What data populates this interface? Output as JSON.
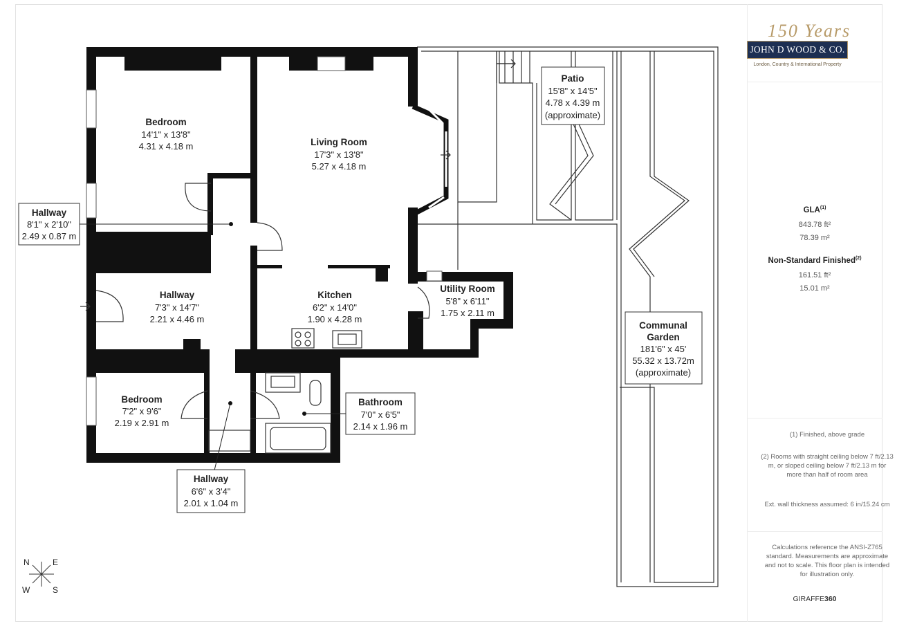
{
  "rooms": {
    "bedroom1": {
      "name": "Bedroom",
      "imperial": "14'1\" x 13'8\"",
      "metric": "4.31 x 4.18 m"
    },
    "living": {
      "name": "Living Room",
      "imperial": "17'3\" x 13'8\"",
      "metric": "5.27 x 4.18 m"
    },
    "patio": {
      "name": "Patio",
      "imperial": "15'8\" x 14'5\"",
      "metric": "4.78 x 4.39 m",
      "note": "(approximate)"
    },
    "hallway_top": {
      "name": "Hallway",
      "imperial": "8'1\" x 2'10\"",
      "metric": "2.49 x 0.87 m"
    },
    "hallway_mid": {
      "name": "Hallway",
      "imperial": "7'3\" x 14'7\"",
      "metric": "2.21 x 4.46 m"
    },
    "kitchen": {
      "name": "Kitchen",
      "imperial": "6'2\" x 14'0\"",
      "metric": "1.90 x 4.28 m"
    },
    "utility": {
      "name": "Utility Room",
      "imperial": "5'8\" x 6'11\"",
      "metric": "1.75 x 2.11 m"
    },
    "garden": {
      "name1": "Communal",
      "name2": "Garden",
      "imperial": "181'6\" x 45'",
      "metric": "55.32 x 13.72m",
      "note": "(approximate)"
    },
    "bedroom2": {
      "name": "Bedroom",
      "imperial": "7'2\" x 9'6\"",
      "metric": "2.19 x 2.91 m"
    },
    "bathroom": {
      "name": "Bathroom",
      "imperial": "7'0\" x 6'5\"",
      "metric": "2.14 x 1.96 m"
    },
    "hallway_bottom": {
      "name": "Hallway",
      "imperial": "6'6\" x 3'4\"",
      "metric": "2.01 x 1.04 m"
    }
  },
  "brand": {
    "years": "150 Years",
    "name": "JOHN D WOOD & CO.",
    "tagline": "London, Country & International Property"
  },
  "areas": {
    "gla_label": "GLA",
    "gla_sup": "(1)",
    "gla_ft": "843.78 ft²",
    "gla_m": "78.39 m²",
    "nsf_label": "Non-Standard Finished",
    "nsf_sup": "(2)",
    "nsf_ft": "161.51 ft²",
    "nsf_m": "15.01 m²"
  },
  "notes": {
    "n1": "(1) Finished, above grade",
    "n2": "(2) Rooms with straight ceiling below 7 ft/2.13 m, or sloped ceiling below 7 ft/2.13 m for more than half of room area",
    "n3": "Ext. wall thickness assumed: 6 in/15.24 cm",
    "disclaimer": "Calculations reference the ANSI-Z765 standard. Measurements are approximate and not to scale. This floor plan is intended for illustration only.",
    "credit_a": "GIRAFFE",
    "credit_b": "360"
  },
  "compass": {
    "n": "N",
    "e": "E",
    "w": "W",
    "s": "S"
  }
}
